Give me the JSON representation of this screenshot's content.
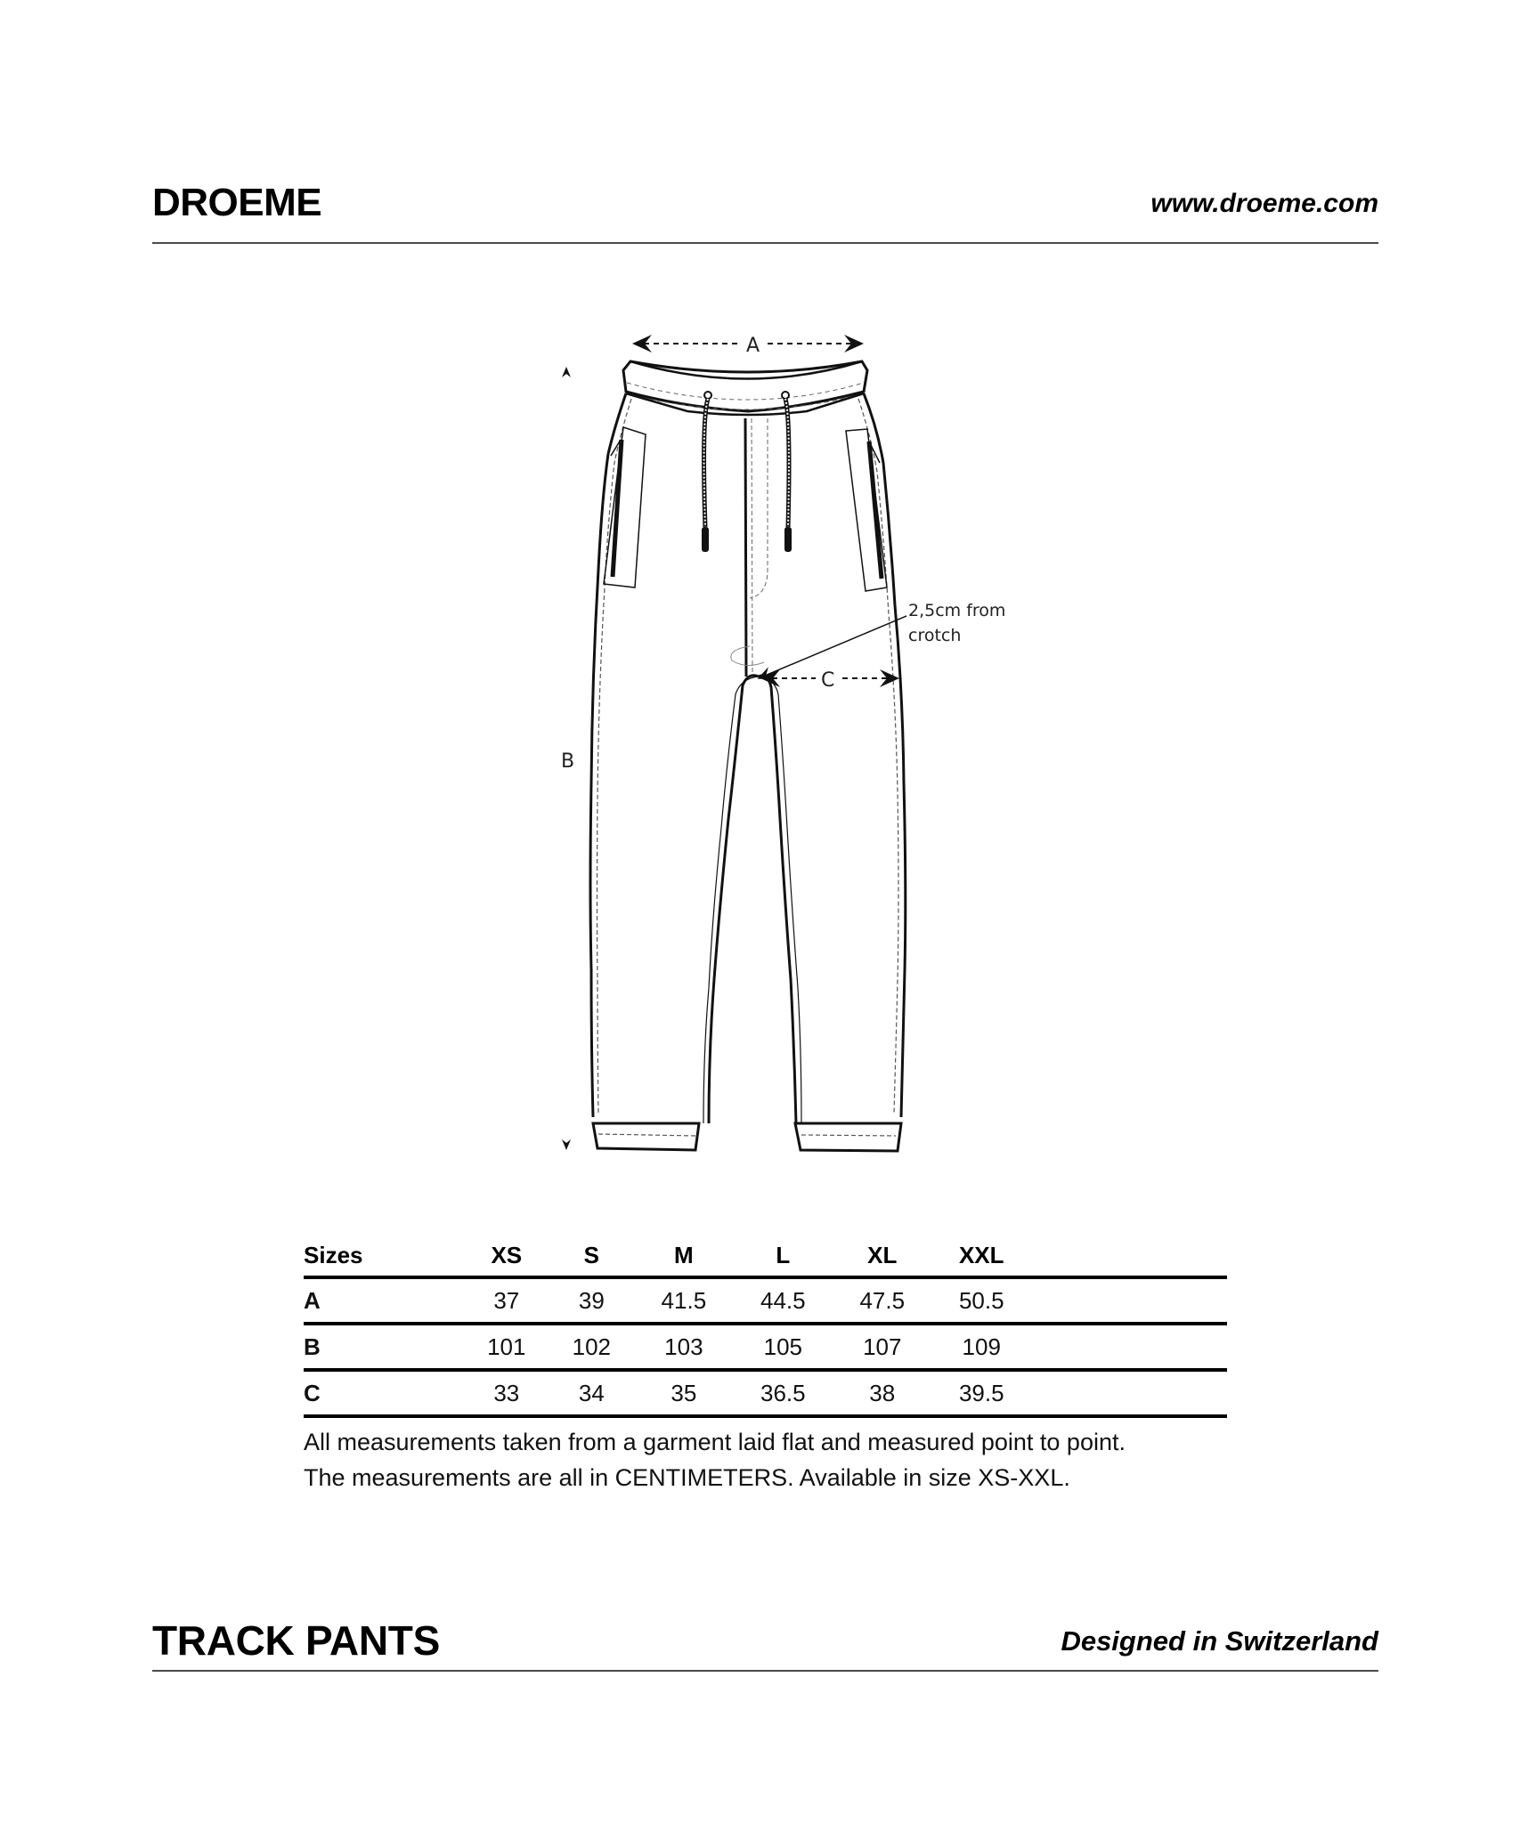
{
  "header": {
    "brand": "DROEME",
    "website": "www.droeme.com"
  },
  "diagram": {
    "garment": "track-pants",
    "labels": {
      "a": "A",
      "b": "B",
      "c": "C",
      "note_line1": "2,5cm from",
      "note_line2": "crotch"
    }
  },
  "size_table": {
    "corner_label": "Sizes",
    "sizes": [
      "XS",
      "S",
      "M",
      "L",
      "XL",
      "XXL"
    ],
    "rows": [
      {
        "label": "A",
        "values": [
          "37",
          "39",
          "41.5",
          "44.5",
          "47.5",
          "50.5"
        ]
      },
      {
        "label": "B",
        "values": [
          "101",
          "102",
          "103",
          "105",
          "107",
          "109"
        ]
      },
      {
        "label": "C",
        "values": [
          "33",
          "34",
          "35",
          "36.5",
          "38",
          "39.5"
        ]
      }
    ]
  },
  "footnote": {
    "line1": "All measurements taken from a garment laid flat and measured point to point.",
    "line2": "The measurements are all in CENTIMETERS. Available in size XS-XXL."
  },
  "footer": {
    "product_name": "TRACK PANTS",
    "tagline": "Designed in Switzerland"
  },
  "colors": {
    "text": "#000000",
    "rule": "#4a4a4a",
    "background": "#ffffff"
  }
}
